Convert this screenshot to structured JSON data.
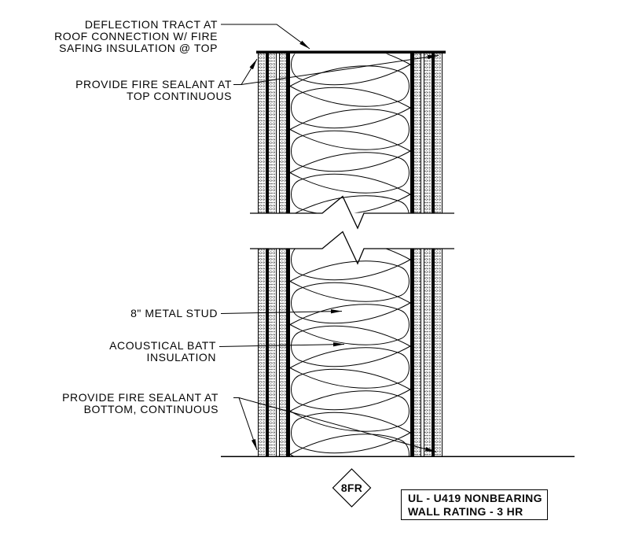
{
  "page": {
    "background_color": "#ffffff",
    "line_color": "#000000",
    "stipple_color": "#8a8a8a"
  },
  "annotations": {
    "deflection_note": {
      "lines": [
        "DEFLECTION TRACT AT",
        "ROOF CONNECTION W/ FIRE",
        "SAFING INSULATION @ TOP"
      ]
    },
    "fire_sealant_top_note": {
      "lines": [
        "PROVIDE FIRE SEALANT AT",
        "TOP CONTINUOUS"
      ]
    },
    "metal_stud_note": {
      "lines": [
        "8\" METAL STUD"
      ]
    },
    "acoustical_batt_note": {
      "lines": [
        "ACOUSTICAL BATT",
        "INSULATION"
      ]
    },
    "fire_sealant_bottom_note": {
      "lines": [
        "PROVIDE FIRE SEALANT AT",
        "BOTTOM, CONTINUOUS"
      ]
    }
  },
  "detail_marker": {
    "label": "8FR"
  },
  "rating_box": {
    "lines": [
      "UL - U419 NONBEARING",
      "WALL RATING - 3 HR"
    ]
  }
}
